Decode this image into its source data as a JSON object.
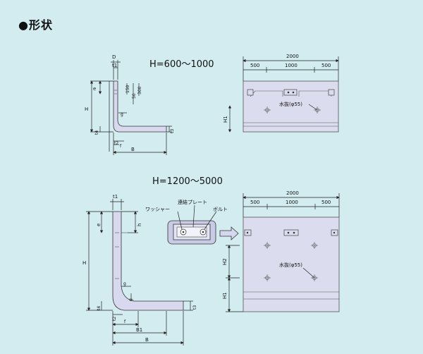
{
  "heading": "●形状",
  "upper": {
    "range_title": "H=600～1000",
    "labels": {
      "D": "D",
      "t1": "t1",
      "e": "e",
      "h150": "150",
      "h300": "300",
      "h50": "50",
      "H": "H",
      "g": "g",
      "t4": "t4",
      "t2": "t2",
      "f": "f",
      "t3": "t3",
      "B": "B",
      "H1": "H1"
    },
    "front": {
      "total": "2000",
      "left": "500",
      "mid": "1000",
      "right": "500",
      "hole": "水抜(φ55)"
    }
  },
  "lower": {
    "range_title": "H=1200～5000",
    "labels": {
      "t1": "t1",
      "e": "e",
      "h": "h",
      "H": "H",
      "g": "g",
      "t4": "t4",
      "t3": "t3",
      "t2": "t2",
      "f": "f",
      "B1": "B1",
      "B": "B",
      "H2": "H2",
      "H1": "H1"
    },
    "detail": {
      "washer": "ワッシャー",
      "plate": "連結プレート",
      "bolt": "ボルト"
    },
    "front": {
      "total": "2000",
      "left": "500",
      "mid": "1000",
      "right": "500",
      "hole": "水抜(φ55)"
    }
  }
}
